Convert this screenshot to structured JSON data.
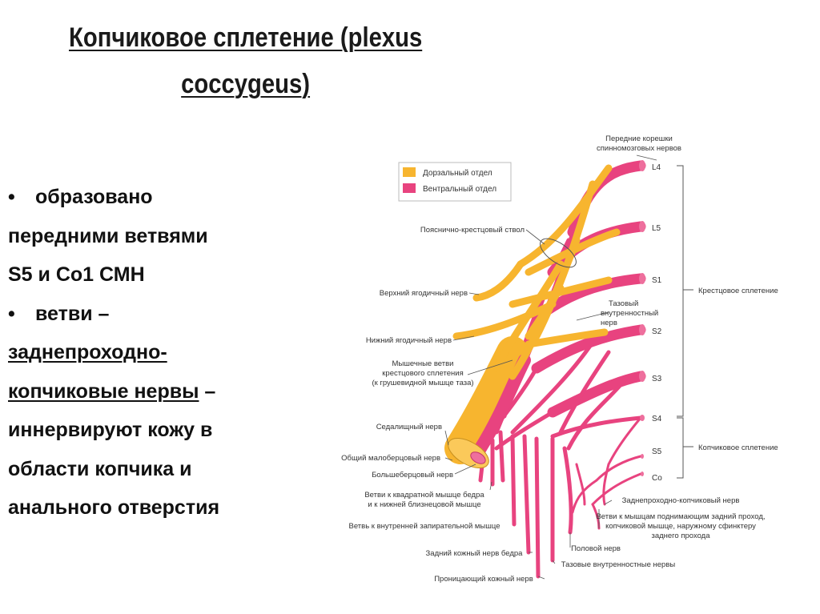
{
  "slide": {
    "title_line1": "Копчиковое сплетение (plexus",
    "title_line2": "coccygeus)",
    "text": {
      "line1": "образовано",
      "line2": "передними ветвями",
      "line3": "S5 и Со1 СМН",
      "line4": "ветви –",
      "line5": "заднепроходно-",
      "line6a": "копчиковые нервы",
      "line6b": " –",
      "line7": "иннервируют кожу в",
      "line8": "области копчика и",
      "line9": "анального отверстия",
      "bullet": "•"
    }
  },
  "colors": {
    "dorsal": "#f7b52f",
    "ventral": "#e8437f",
    "ventral_light": "#ee6f9d",
    "dorsal_light": "#fbc95a"
  },
  "legend": {
    "dorsal": "Дорзальный отдел",
    "ventral": "Вентральный отдел"
  },
  "top_label": {
    "line1": "Передние корешки",
    "line2": "спинномозговых нервов"
  },
  "roots": {
    "l4": "L4",
    "l5": "L5",
    "s1": "S1",
    "s2": "S2",
    "s3": "S3",
    "s4": "S4",
    "s5": "S5",
    "co": "Co"
  },
  "brackets": {
    "sacral": "Крестцовое сплетение",
    "coccygeal": "Копчиковое сплетение"
  },
  "labels": {
    "lumbosacral": "Пояснично-крестцовый ствол",
    "sup_gluteal": "Верхний ягодичный нерв",
    "inf_gluteal": "Нижний ягодичный нерв",
    "muscular_1": "Мышечные ветви",
    "muscular_2": "крестцового сплетения",
    "muscular_3": "(к грушевидной мышце таза)",
    "sciatic": "Седалищный нерв",
    "peroneal": "Общий малоберцовый нерв",
    "tibial": "Большеберцовый нерв",
    "quadratus_1": "Ветви к квадратной мышце бедра",
    "quadratus_2": "и к нижней близнецовой мышце",
    "obturator": "Ветвь к внутренней запирательной мышце",
    "post_femoral": "Задний кожный нерв бедра",
    "perforating": "Проницающий кожный нерв",
    "pelvic_splanchnic": "Тазовые внутренностные нервы",
    "pudendal": "Половой нерв",
    "anococcygeal": "Заднепроходно-копчиковый нерв",
    "levator_1": "Ветви к мышцам поднимающим задний проход,",
    "levator_2": "копчиковой мышце, наружному сфинктеру",
    "levator_3": "заднего прохода",
    "splanchnic_1": "Тазовый",
    "splanchnic_2": "внутренностный",
    "splanchnic_3": "нерв"
  }
}
